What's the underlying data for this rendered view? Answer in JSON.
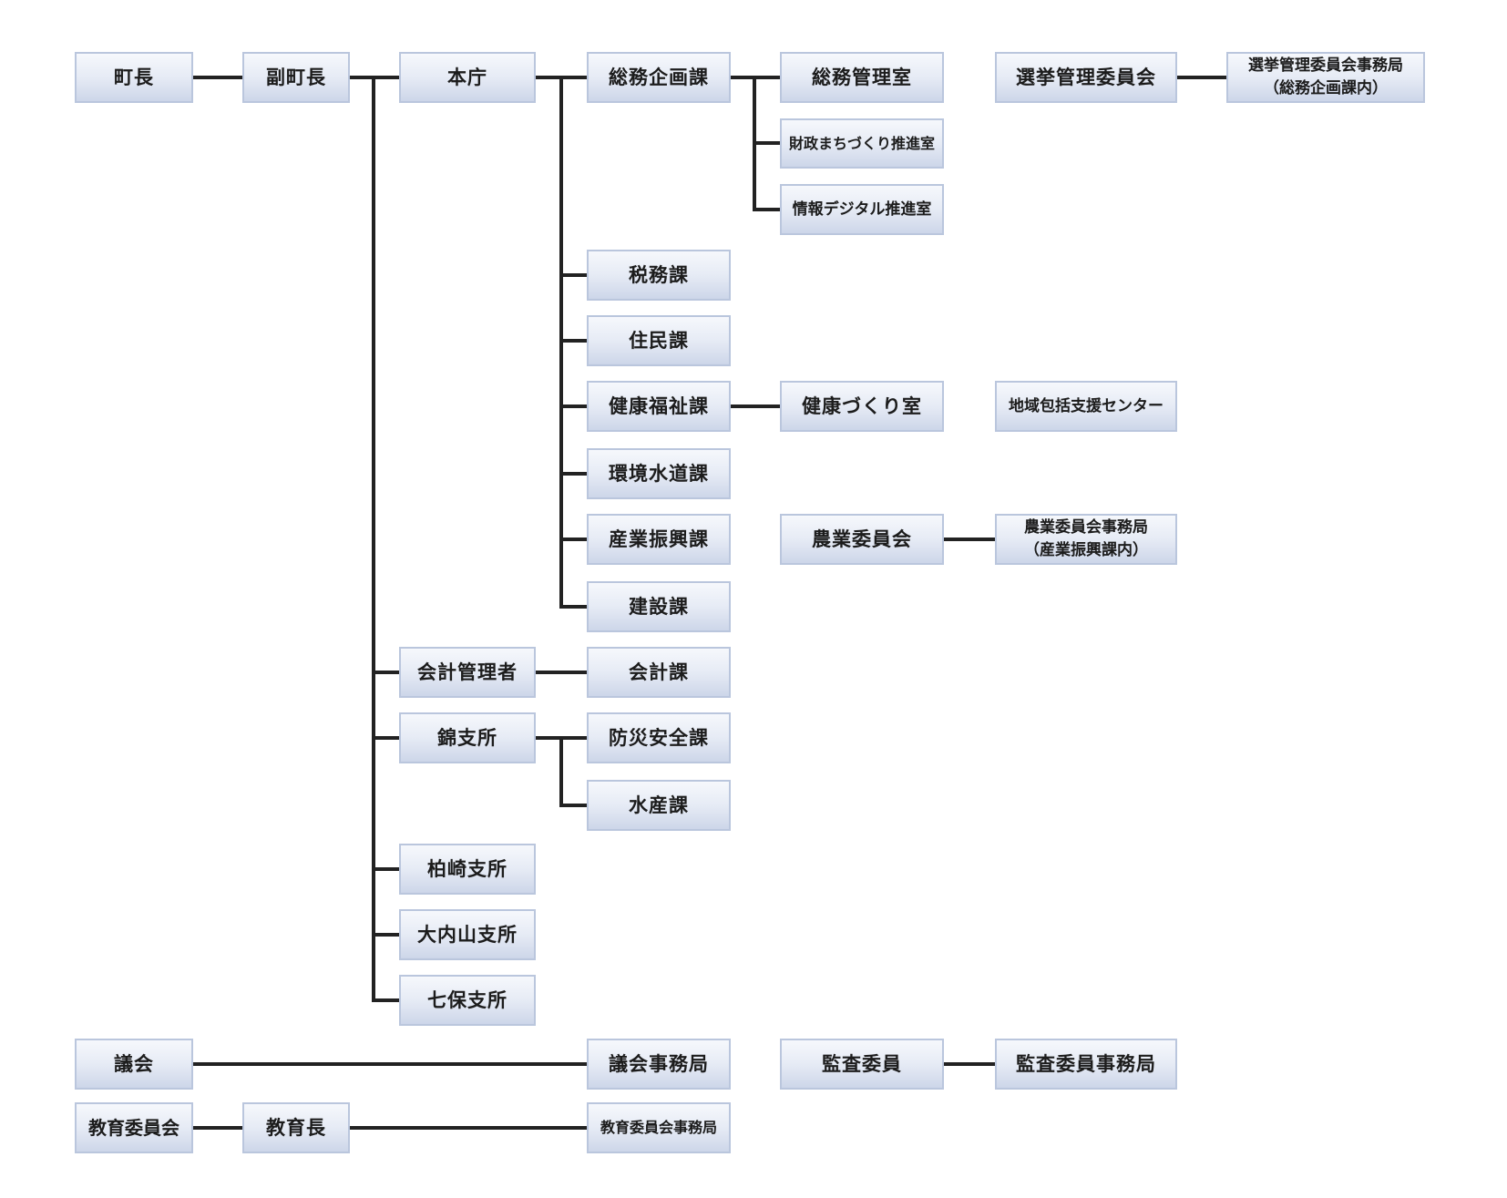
{
  "chart": {
    "mayor": "町長",
    "deputy_mayor": "副町長",
    "main_office": "本庁",
    "general_affairs_planning": "総務企画課",
    "general_affairs_mgmt": "総務管理室",
    "finance_town_dev": "財政まちづくり推進室",
    "info_digital": "情報デジタル推進室",
    "election_committee": "選挙管理委員会",
    "election_office_line1": "選挙管理委員会事務局",
    "election_office_line2": "（総務企画課内）",
    "tax": "税務課",
    "residents": "住民課",
    "health_welfare": "健康福祉課",
    "health_promotion": "健康づくり室",
    "community_support_center": "地域包括支援センター",
    "environment_water": "環境水道課",
    "industry_promotion": "産業振興課",
    "agriculture_committee": "農業委員会",
    "agri_office_line1": "農業委員会事務局",
    "agri_office_line2": "（産業振興課内）",
    "construction": "建設課",
    "accounting_manager": "会計管理者",
    "accounting": "会計課",
    "nishiki_branch": "錦支所",
    "disaster_safety": "防災安全課",
    "fisheries": "水産課",
    "kashiwazaki_branch": "柏崎支所",
    "ouchiyama_branch": "大内山支所",
    "nanaho_branch": "七保支所",
    "assembly": "議会",
    "assembly_office": "議会事務局",
    "audit_committee": "監査委員",
    "audit_office": "監査委員事務局",
    "education_board": "教育委員会",
    "superintendent": "教育長",
    "education_office": "教育委員会事務局"
  }
}
